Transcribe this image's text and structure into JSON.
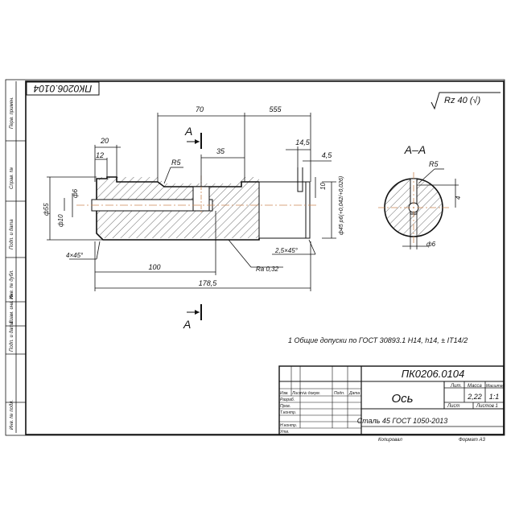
{
  "roughness": "Rz 40 (√)",
  "drawing_number": "ПК0206.0104",
  "part_name": "Ось",
  "material": "Сталь 45 ГОСТ 1050-2013",
  "mass": "2,22",
  "scale": "1:1",
  "section_label": "А",
  "section_title": "А–А",
  "note": "1 Общие допуски по ГОСТ 30893.1 Н14, h14, ± IT14/2",
  "copied": "Копировал",
  "format": "Формат А3",
  "dims": {
    "d70": "70",
    "d555": "555",
    "d35": "35",
    "d20": "20",
    "d12": "12",
    "d145": "14,5",
    "d45": "4,5",
    "r5": "R5",
    "r5b": "R5",
    "d10v": "10",
    "phi6": "ф6",
    "phi6b": "ф6",
    "phi55": "ф55",
    "phi10": "ф10",
    "phi45": "ф45 р6(+0,042/+0,026)",
    "c1": "4×45°",
    "c2": "2,5×45°",
    "d100": "100",
    "d1785": "178,5",
    "ra": "Ra 0,32",
    "d4": "4"
  },
  "tb": {
    "lit": "Лит.",
    "massa": "Масса",
    "masshtab": "Масштаб",
    "list": "Лист",
    "listov": "Листов 1",
    "izm": "Изм.",
    "l": "Лист",
    "ndok": "№ докум.",
    "podp": "Подп.",
    "data": "Дата",
    "razrab": "Разраб.",
    "prov": "Пров.",
    "tkontr": "Т.контр.",
    "nkontr": "Н.контр.",
    "utv": "Утв."
  },
  "side": {
    "perv": "Перв. примен.",
    "sprav": "Справ. №",
    "podpdata1": "Подп. и дата",
    "invdubl": "Инв. № дубл.",
    "vzam": "Взам. инв. №",
    "podpdata2": "Подп. и дата",
    "invpodl": "Инв. № подл."
  }
}
